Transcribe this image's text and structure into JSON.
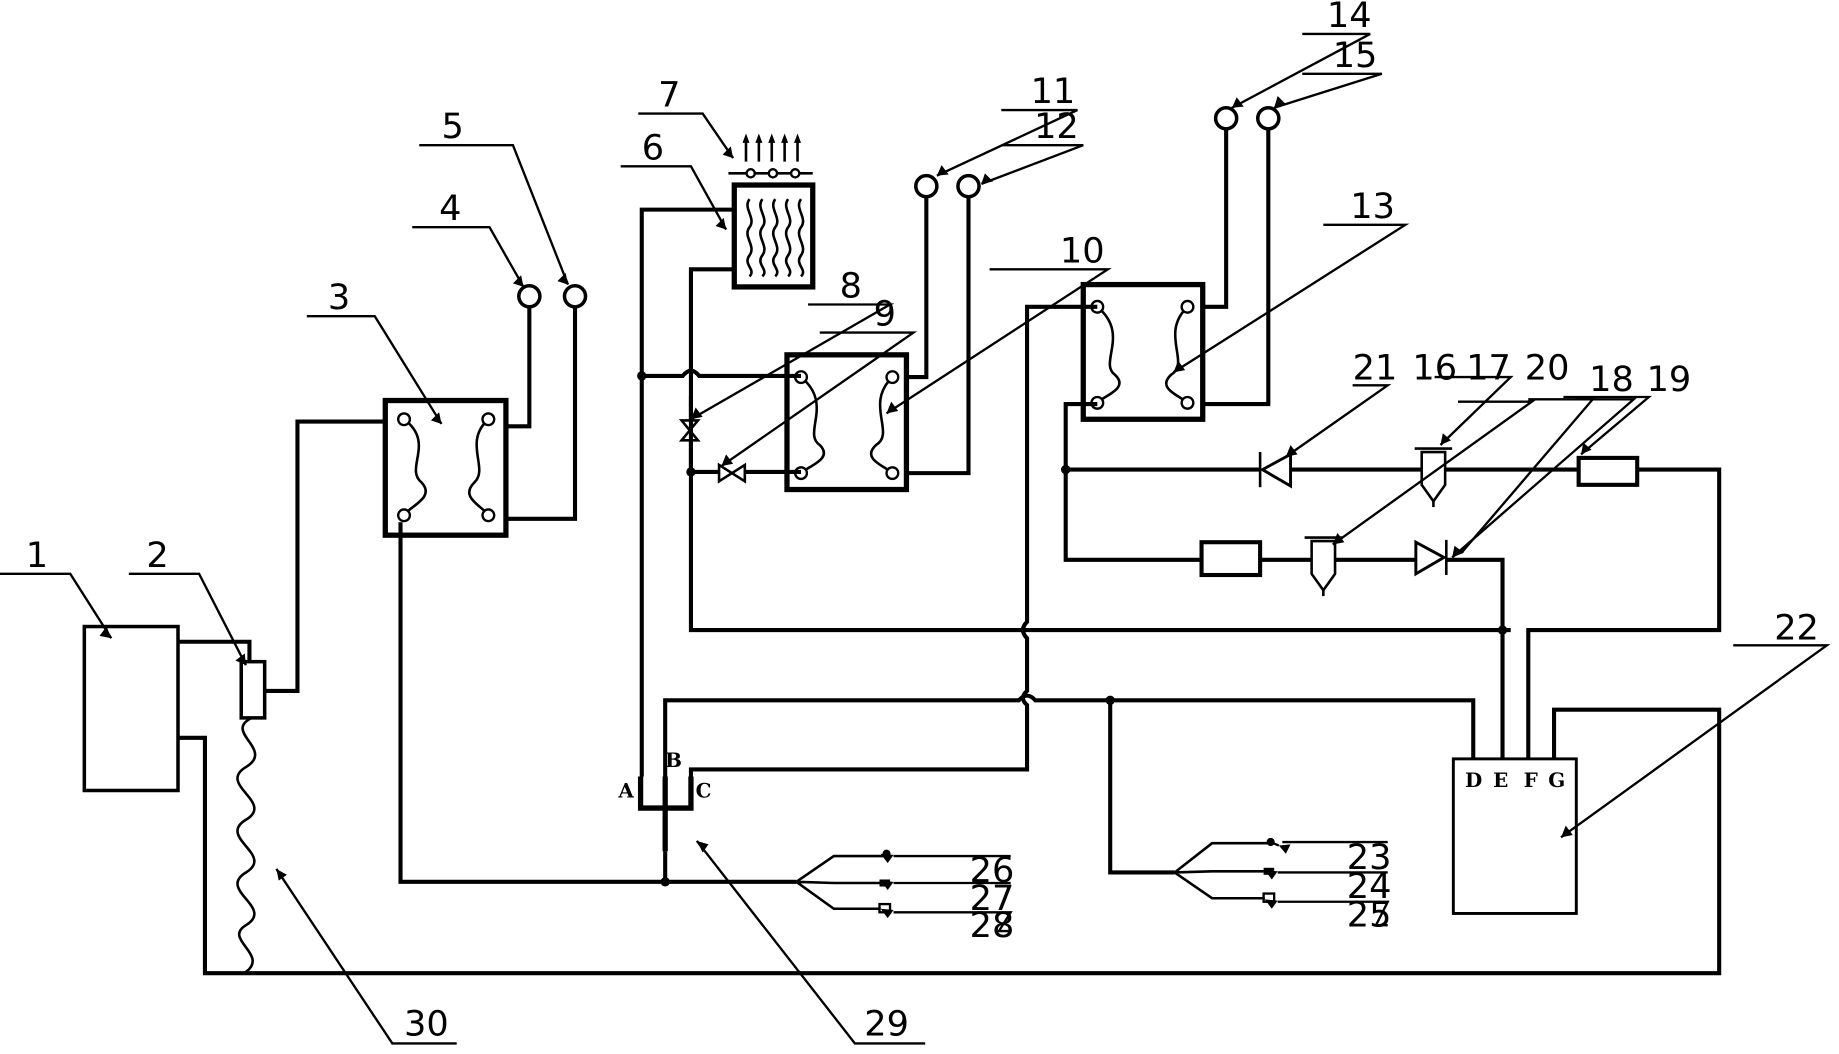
{
  "labels": {
    "l1": "1",
    "l2": "2",
    "l3": "3",
    "l4": "4",
    "l5": "5",
    "l6": "6",
    "l7": "7",
    "l8": "8",
    "l9": "9",
    "l10": "10",
    "l11": "11",
    "l12": "12",
    "l13": "13",
    "l14": "14",
    "l15": "15",
    "l16": "16",
    "l17": "17",
    "l18": "18",
    "l19": "19",
    "l20": "20",
    "l21": "21",
    "l22": "22",
    "l23": "23",
    "l24": "24",
    "l25": "25",
    "l26": "26",
    "l27": "27",
    "l28": "28",
    "l29": "29",
    "l30": "30"
  },
  "valve_ports": {
    "a": "A",
    "b": "B",
    "c": "C"
  },
  "controller_ports": {
    "d": "D",
    "e": "E",
    "f": "F",
    "g": "G"
  }
}
